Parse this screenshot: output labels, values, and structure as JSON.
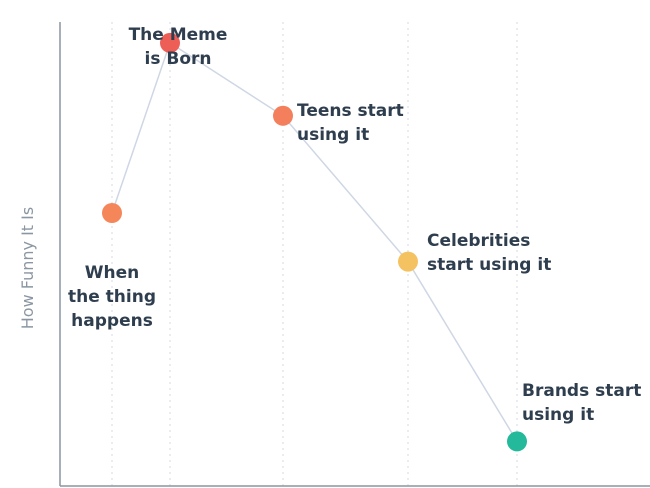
{
  "chart_data": {
    "type": "line",
    "title": "",
    "xlabel": "",
    "ylabel": "How Funny It Is",
    "grid": "vertical-dotted",
    "ylim": [
      0,
      100
    ],
    "x": [
      1,
      2,
      3,
      4,
      5
    ],
    "series": [
      {
        "values": [
          57,
          92,
          77,
          47,
          10
        ],
        "colors": [
          "#f5865a",
          "#ed5e57",
          "#f47f5c",
          "#f5c262",
          "#24b99a"
        ],
        "labels": [
          [
            "When",
            "the thing",
            "happens"
          ],
          [
            "The Meme",
            "is Born"
          ],
          [
            "Teens start",
            "using it"
          ],
          [
            "Celebrities",
            "start using it"
          ],
          [
            "Brands start",
            "using it"
          ]
        ]
      }
    ],
    "line_color": "#cfd6e4",
    "axis_color": "#8a96a2"
  }
}
